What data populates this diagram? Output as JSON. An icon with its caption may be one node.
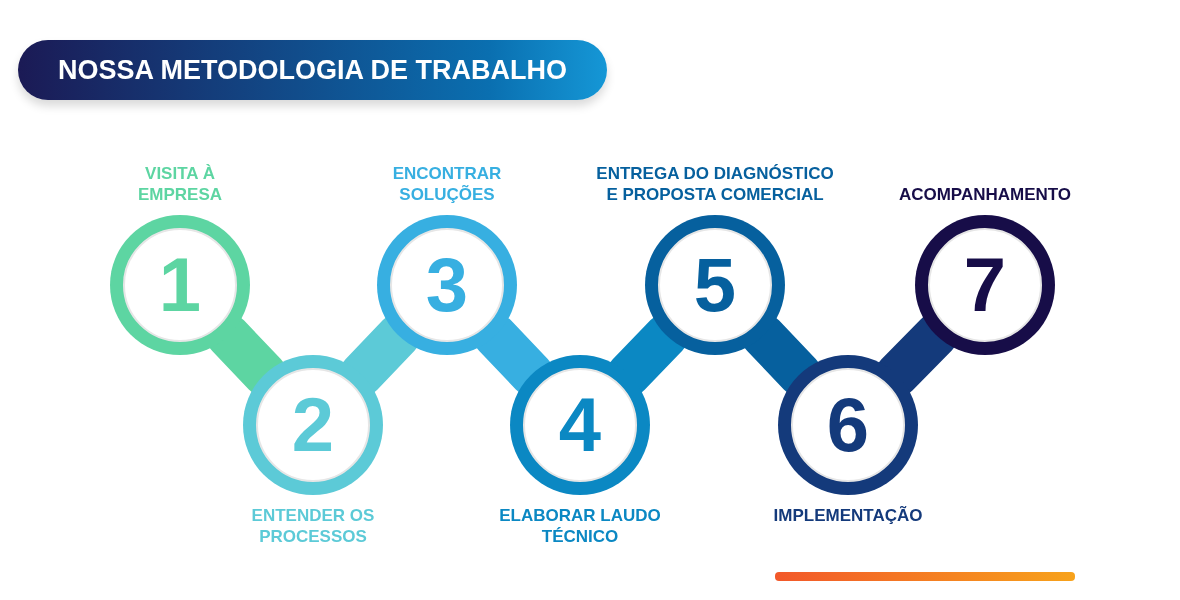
{
  "diagram": {
    "title": "NOSSA METODOLOGIA DE TRABALHO",
    "nodes": [
      {
        "text": [
          "VISITA À EMPRESA",
          "1"
        ]
      },
      {
        "text": [
          "2",
          "ENTENDER OS PROCESSOS"
        ]
      },
      {
        "text": [
          "ENCONTRAR SOLUÇÕES",
          "3"
        ]
      },
      {
        "text": [
          "4",
          "ELABORAR LAUDO TÉCNICO"
        ]
      },
      {
        "text": [
          "ENTREGA DO DIAGNÓSTICO E PROPOSTA COMERCIAL",
          "5"
        ]
      },
      {
        "text": [
          "6",
          "IMPLEMENTAÇÃO"
        ]
      },
      {
        "text": [
          "ACOMPANHAMENTO",
          "7"
        ]
      }
    ],
    "edges": [
      {
        "from": 0,
        "to": 1,
        "arrow": "none",
        "color": "#5dd5a2"
      },
      {
        "from": 1,
        "to": 2,
        "arrow": "none",
        "color": "#5ccad7"
      },
      {
        "from": 2,
        "to": 3,
        "arrow": "none",
        "color": "#37afe1"
      },
      {
        "from": 3,
        "to": 4,
        "arrow": "none",
        "color": "#0b88c3"
      },
      {
        "from": 4,
        "to": 5,
        "arrow": "none",
        "color": "#06609e"
      },
      {
        "from": 5,
        "to": 6,
        "arrow": "none",
        "color": "#143a7b"
      }
    ]
  }
}
